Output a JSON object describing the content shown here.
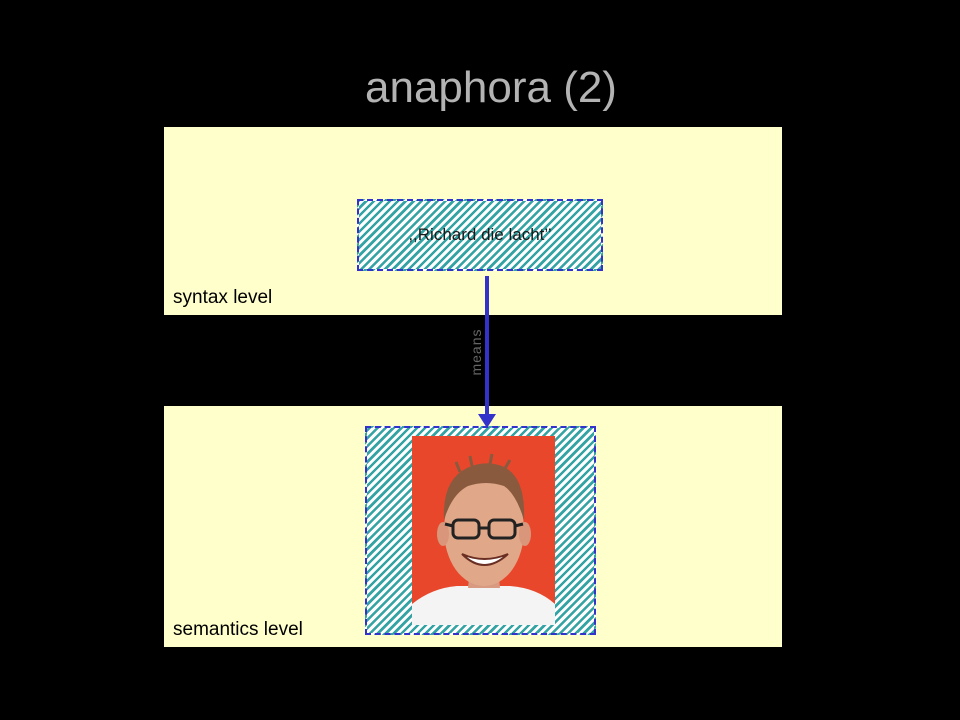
{
  "slide": {
    "title": "anaphora (2)"
  },
  "syntax_panel": {
    "label": "syntax level",
    "phrase": ",,Richard die lacht’’"
  },
  "relation": {
    "label": "means"
  },
  "semantics_panel": {
    "label": "semantics level",
    "photo": {
      "subject": "smiling man with glasses",
      "background_color": "#e8472c"
    }
  },
  "colors": {
    "background": "#000000",
    "panel": "#ffffcc",
    "hatch_teal": "#33a3a3",
    "border_blue": "#3333cc",
    "arrow_blue": "#3333cc",
    "title": "#b3b3b3"
  }
}
